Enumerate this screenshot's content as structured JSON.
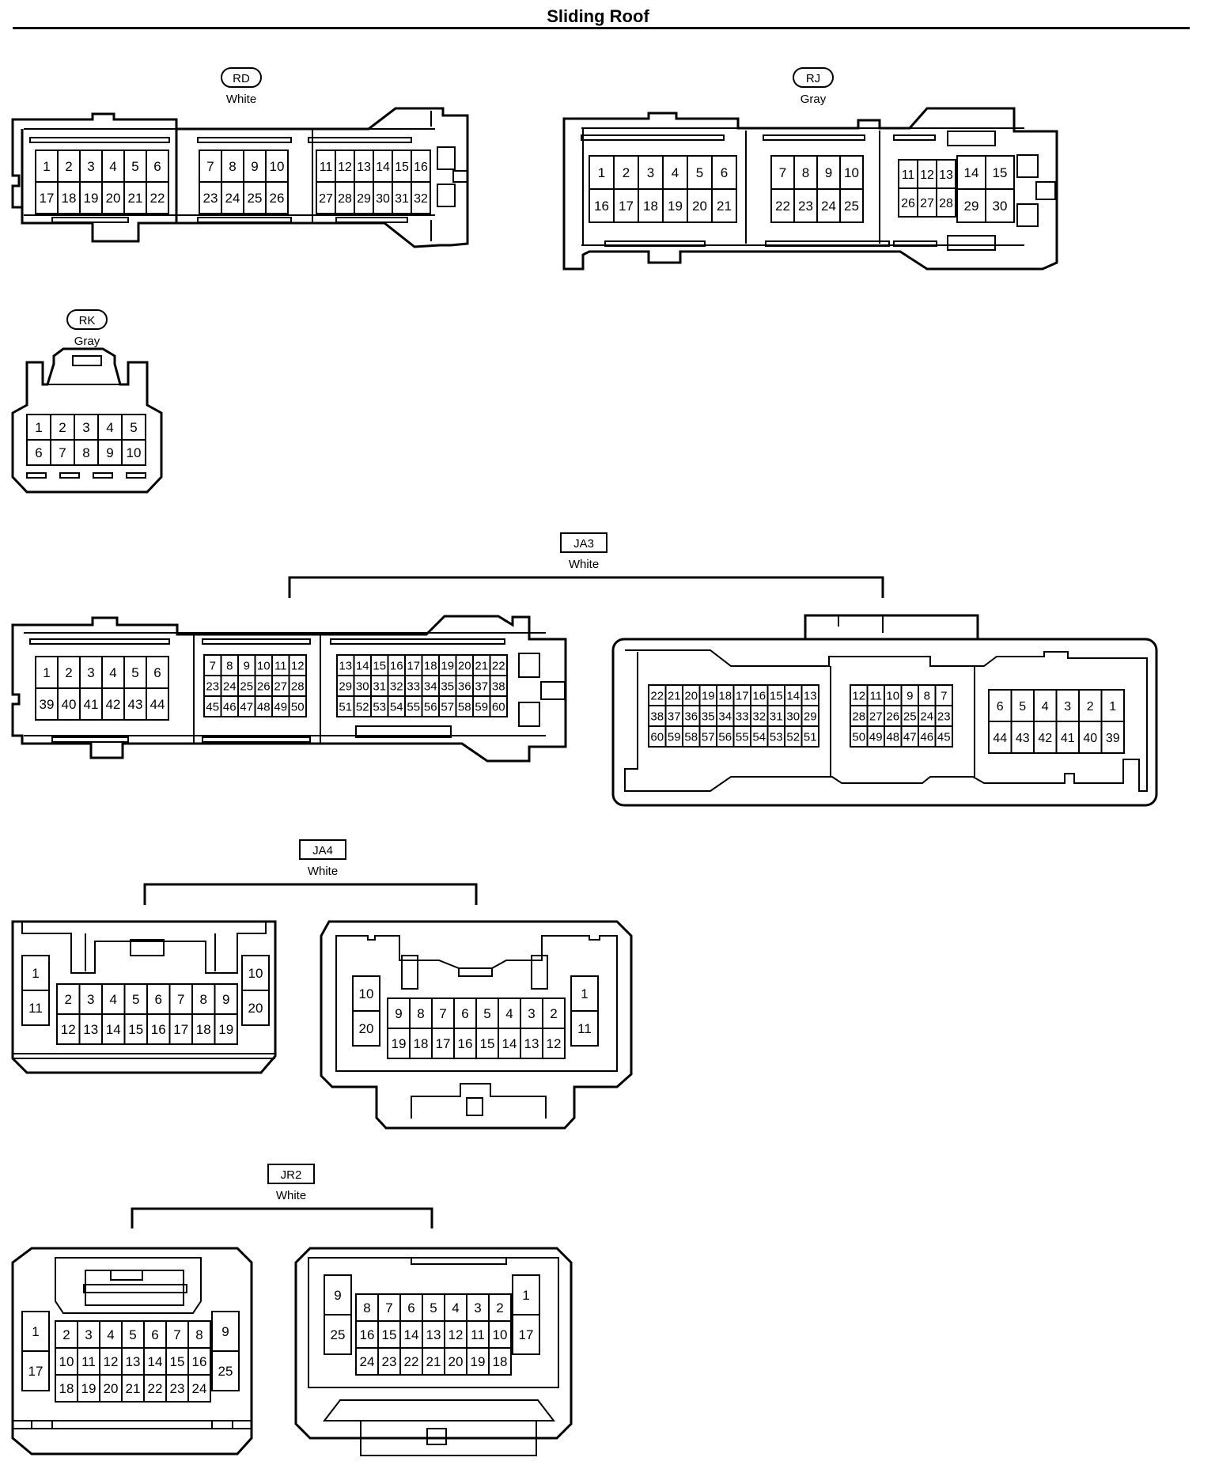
{
  "title": "Sliding Roof",
  "connectors": {
    "RD": {
      "code": "RD",
      "color": "White",
      "blocks": [
        {
          "rows": [
            [
              "1",
              "2",
              "3",
              "4",
              "5",
              "6"
            ],
            [
              "17",
              "18",
              "19",
              "20",
              "21",
              "22"
            ]
          ]
        },
        {
          "rows": [
            [
              "7",
              "8",
              "9",
              "10"
            ],
            [
              "23",
              "24",
              "25",
              "26"
            ]
          ]
        },
        {
          "rows": [
            [
              "11",
              "12",
              "13",
              "14",
              "15",
              "16"
            ],
            [
              "27",
              "28",
              "29",
              "30",
              "31",
              "32"
            ]
          ]
        }
      ]
    },
    "RJ": {
      "code": "RJ",
      "color": "Gray",
      "blocks": [
        {
          "rows": [
            [
              "1",
              "2",
              "3",
              "4",
              "5",
              "6"
            ],
            [
              "16",
              "17",
              "18",
              "19",
              "20",
              "21"
            ]
          ]
        },
        {
          "rows": [
            [
              "7",
              "8",
              "9",
              "10"
            ],
            [
              "22",
              "23",
              "24",
              "25"
            ]
          ]
        },
        {
          "rows": [
            [
              "11",
              "12",
              "13"
            ],
            [
              "26",
              "27",
              "28"
            ]
          ]
        },
        {
          "rows": [
            [
              "14",
              "15"
            ],
            [
              "29",
              "30"
            ]
          ]
        }
      ]
    },
    "RK": {
      "code": "RK",
      "color": "Gray",
      "blocks": [
        {
          "rows": [
            [
              "1",
              "2",
              "3",
              "4",
              "5"
            ],
            [
              "6",
              "7",
              "8",
              "9",
              "10"
            ]
          ]
        }
      ]
    },
    "JA3": {
      "code": "JA3",
      "color": "White",
      "blocks": [
        {
          "rows": [
            [
              "1",
              "2",
              "3",
              "4",
              "5",
              "6"
            ],
            [
              "39",
              "40",
              "41",
              "42",
              "43",
              "44"
            ]
          ]
        },
        {
          "rows": [
            [
              "7",
              "8",
              "9",
              "10",
              "11",
              "12"
            ],
            [
              "23",
              "24",
              "25",
              "26",
              "27",
              "28"
            ],
            [
              "45",
              "46",
              "47",
              "48",
              "49",
              "50"
            ]
          ]
        },
        {
          "rows": [
            [
              "13",
              "14",
              "15",
              "16",
              "17",
              "18",
              "19",
              "20",
              "21",
              "22"
            ],
            [
              "29",
              "30",
              "31",
              "32",
              "33",
              "34",
              "35",
              "36",
              "37",
              "38"
            ],
            [
              "51",
              "52",
              "53",
              "54",
              "55",
              "56",
              "57",
              "58",
              "59",
              "60"
            ]
          ]
        },
        {
          "rows": [
            [
              "22",
              "21",
              "20",
              "19",
              "18",
              "17",
              "16",
              "15",
              "14",
              "13"
            ],
            [
              "38",
              "37",
              "36",
              "35",
              "34",
              "33",
              "32",
              "31",
              "30",
              "29"
            ],
            [
              "60",
              "59",
              "58",
              "57",
              "56",
              "55",
              "54",
              "53",
              "52",
              "51"
            ]
          ]
        },
        {
          "rows": [
            [
              "12",
              "11",
              "10",
              "9",
              "8",
              "7"
            ],
            [
              "28",
              "27",
              "26",
              "25",
              "24",
              "23"
            ],
            [
              "50",
              "49",
              "48",
              "47",
              "46",
              "45"
            ]
          ]
        },
        {
          "rows": [
            [
              "6",
              "5",
              "4",
              "3",
              "2",
              "1"
            ],
            [
              "44",
              "43",
              "42",
              "41",
              "40",
              "39"
            ]
          ]
        }
      ]
    },
    "JA4": {
      "code": "JA4",
      "color": "White",
      "blocks": [
        {
          "rows": [
            [
              "1"
            ],
            [
              "11"
            ]
          ]
        },
        {
          "rows": [
            [
              "2",
              "3",
              "4",
              "5",
              "6",
              "7",
              "8",
              "9"
            ],
            [
              "12",
              "13",
              "14",
              "15",
              "16",
              "17",
              "18",
              "19"
            ]
          ]
        },
        {
          "rows": [
            [
              "10"
            ],
            [
              "20"
            ]
          ]
        },
        {
          "rows": [
            [
              "10"
            ],
            [
              "20"
            ]
          ]
        },
        {
          "rows": [
            [
              "9",
              "8",
              "7",
              "6",
              "5",
              "4",
              "3",
              "2"
            ],
            [
              "19",
              "18",
              "17",
              "16",
              "15",
              "14",
              "13",
              "12"
            ]
          ]
        },
        {
          "rows": [
            [
              "1"
            ],
            [
              "11"
            ]
          ]
        }
      ]
    },
    "JR2": {
      "code": "JR2",
      "color": "White",
      "blocks": [
        {
          "rows": [
            [
              "1"
            ],
            [
              "17"
            ]
          ]
        },
        {
          "rows": [
            [
              "2",
              "3",
              "4",
              "5",
              "6",
              "7",
              "8"
            ],
            [
              "10",
              "11",
              "12",
              "13",
              "14",
              "15",
              "16"
            ],
            [
              "18",
              "19",
              "20",
              "21",
              "22",
              "23",
              "24"
            ]
          ]
        },
        {
          "rows": [
            [
              "9"
            ],
            [
              "25"
            ]
          ]
        },
        {
          "rows": [
            [
              "9"
            ],
            [
              "25"
            ]
          ]
        },
        {
          "rows": [
            [
              "8",
              "7",
              "6",
              "5",
              "4",
              "3",
              "2"
            ],
            [
              "16",
              "15",
              "14",
              "13",
              "12",
              "11",
              "10"
            ],
            [
              "24",
              "23",
              "22",
              "21",
              "20",
              "19",
              "18"
            ]
          ]
        },
        {
          "rows": [
            [
              "1"
            ],
            [
              "17"
            ]
          ]
        }
      ]
    }
  }
}
